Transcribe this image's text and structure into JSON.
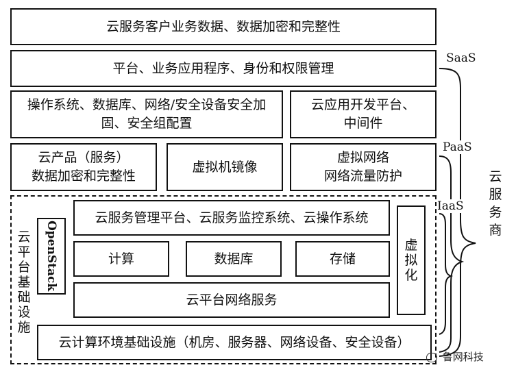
{
  "layers": {
    "row1": "云服务客户业务数据、数据加密和完整性",
    "row2": "平台、业务应用程序、身份和权限管理",
    "row3_left": "操作系统、数据库、网络/安全设备安全加\n固、安全组配置",
    "row3_right": "云应用开发平台、\n中间件",
    "row4_a": "云产品（服务）\n数据加密和完整性",
    "row4_b": "虚拟机镜像",
    "row4_c": "虚拟网络\n网络流量防护"
  },
  "platform": {
    "title": "云平台基础设施",
    "openstack": "OpenStack",
    "mgmt": "云服务管理平台、云服务监控系统、云操作系统",
    "compute": "计算",
    "database": "数据库",
    "storage": "存储",
    "network": "云平台网络服务",
    "virtualization": "虚\n拟\n化",
    "infrastructure": "云计算环境基础设施（机房、服务器、网络设备、安全设备）"
  },
  "levels": {
    "saas": "SaaS",
    "paas": "PaaS",
    "iaas": "IaaS",
    "provider": "云\n服\n务\n商"
  },
  "watermark": "鲁网科技"
}
